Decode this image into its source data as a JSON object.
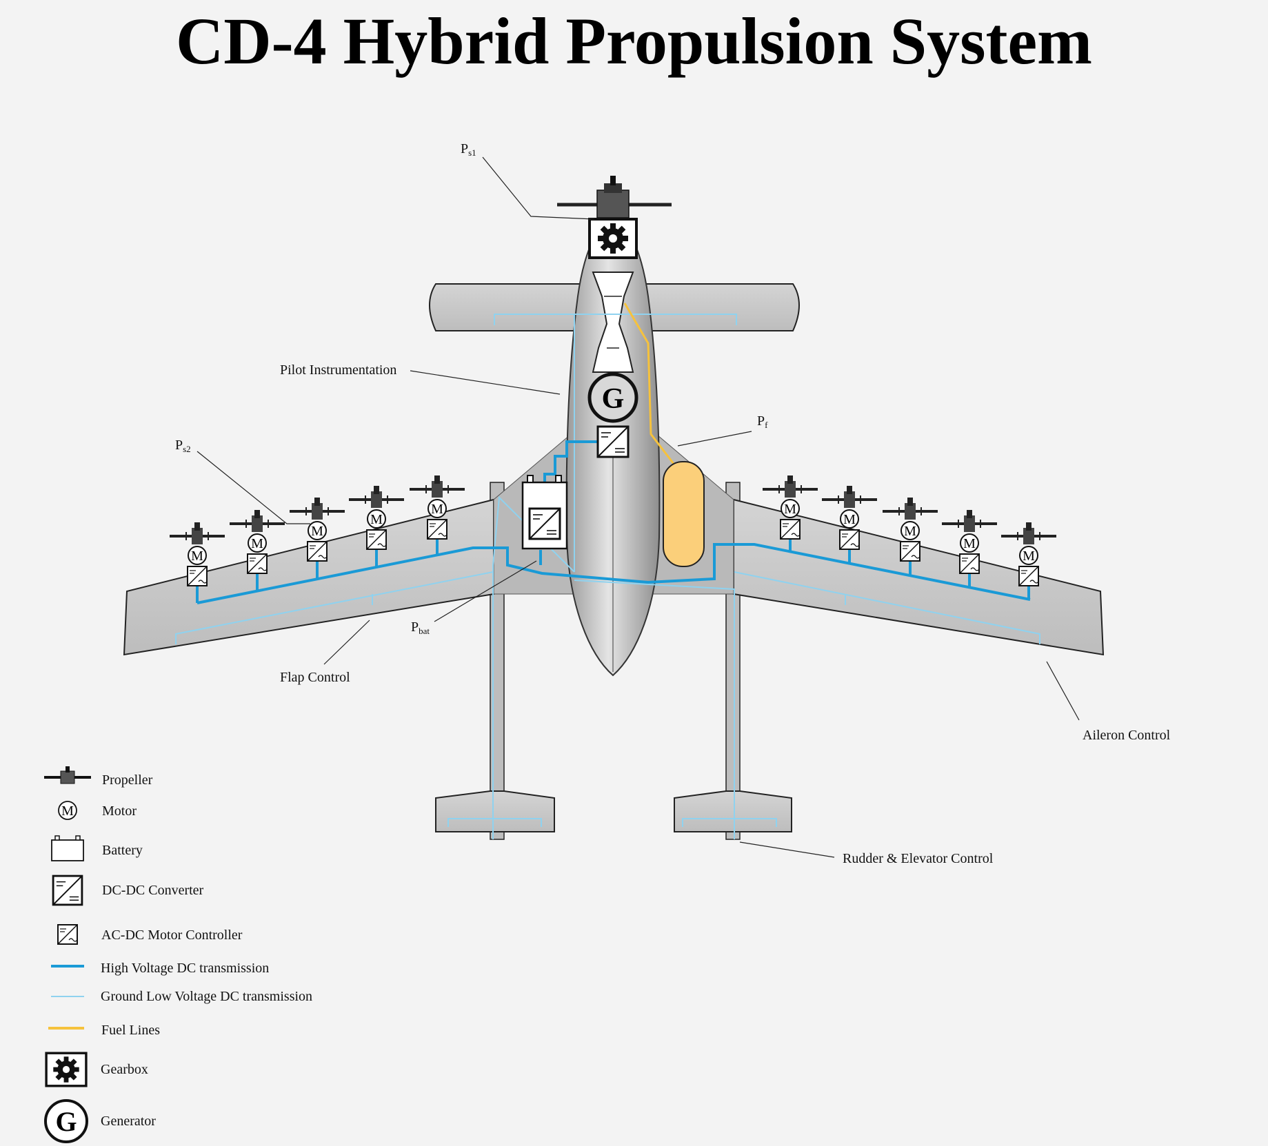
{
  "title": "CD-4 Hybrid Propulsion System",
  "colors": {
    "background": "#f3f3f3",
    "airframe": "#c8c8c8",
    "high_voltage": "#1a9ad6",
    "low_voltage": "#8fd2ef",
    "fuel": "#f6c23c",
    "fuel_tank": "#fbcf7a"
  },
  "callouts": {
    "ps1": {
      "main": "P",
      "sub": "s1"
    },
    "ps2": {
      "main": "P",
      "sub": "s2"
    },
    "pf": {
      "main": "P",
      "sub": "f"
    },
    "pbat": {
      "main": "P",
      "sub": "bat"
    },
    "pilot_instrumentation": "Pilot Instrumentation",
    "flap_control": "Flap Control",
    "aileron_control": "Aileron Control",
    "rudder_elevator_control": "Rudder & Elevator Control"
  },
  "symbols": {
    "motor_letter": "M",
    "generator_letter": "G"
  },
  "legend": [
    {
      "icon": "propeller-icon",
      "label": "Propeller"
    },
    {
      "icon": "motor-icon",
      "label": "Motor"
    },
    {
      "icon": "battery-icon",
      "label": "Battery"
    },
    {
      "icon": "dc-dc-converter-icon",
      "label": "DC-DC Converter"
    },
    {
      "icon": "ac-dc-motor-controller-icon",
      "label": "AC-DC Motor Controller"
    },
    {
      "icon": "high-voltage-line-icon",
      "label": "High Voltage DC transmission"
    },
    {
      "icon": "low-voltage-line-icon",
      "label": "Ground Low Voltage DC transmission"
    },
    {
      "icon": "fuel-line-icon",
      "label": "Fuel Lines"
    },
    {
      "icon": "gearbox-icon",
      "label": "Gearbox"
    },
    {
      "icon": "generator-icon",
      "label": "Generator"
    }
  ]
}
